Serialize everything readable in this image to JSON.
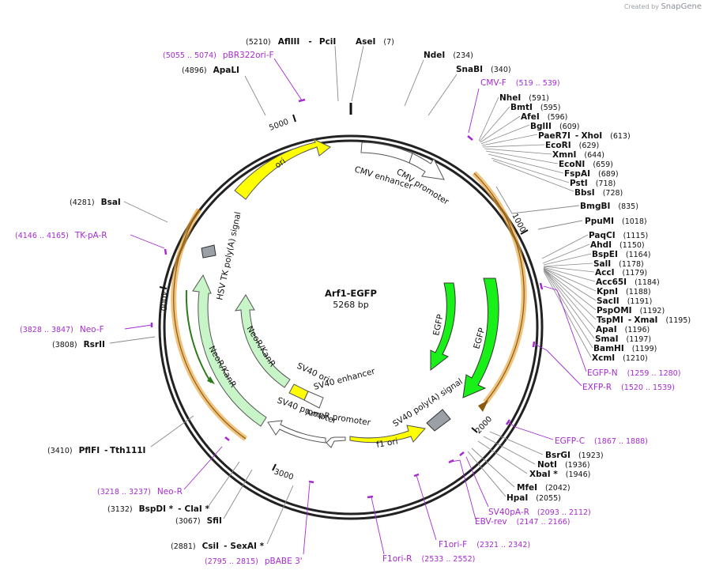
{
  "credit": {
    "prefix": "Created by",
    "brand": "SnapGene"
  },
  "plasmid": {
    "name": "Arf1-EGFP",
    "length_label": "5268 bp",
    "length": 5268
  },
  "ticks": [
    "1000",
    "2000",
    "3000",
    "4000",
    "5000"
  ],
  "sites": [
    {
      "id": "psii",
      "name": "PciI",
      "pos": "",
      "prefix": "(5210)",
      "name2": "AflIII"
    },
    {
      "id": "asei",
      "name": "AseI",
      "pos": "(7)"
    },
    {
      "id": "ndei",
      "name": "NdeI",
      "pos": "(234)"
    },
    {
      "id": "snabi",
      "name": "SnaBI",
      "pos": "(340)"
    },
    {
      "id": "nhei",
      "name": "NheI",
      "pos": "(591)"
    },
    {
      "id": "bmti",
      "name": "BmtI",
      "pos": "(595)"
    },
    {
      "id": "afei",
      "name": "AfeI",
      "pos": "(596)"
    },
    {
      "id": "bglii",
      "name": "BglII",
      "pos": "(609)"
    },
    {
      "id": "paer7i",
      "name": "PaeR7I",
      "name2": "XhoI",
      "pos": "(613)"
    },
    {
      "id": "ecori",
      "name": "EcoRI",
      "pos": "(629)"
    },
    {
      "id": "xmni",
      "name": "XmnI",
      "pos": "(644)"
    },
    {
      "id": "econi",
      "name": "EcoNI",
      "pos": "(659)"
    },
    {
      "id": "fspai",
      "name": "FspAI",
      "pos": "(689)"
    },
    {
      "id": "psti",
      "name": "PstI",
      "pos": "(718)"
    },
    {
      "id": "bbsi",
      "name": "BbsI",
      "pos": "(728)"
    },
    {
      "id": "bmgbi",
      "name": "BmgBI",
      "pos": "(835)"
    },
    {
      "id": "ppumi",
      "name": "PpuMI",
      "pos": "(1018)"
    },
    {
      "id": "paqci",
      "name": "PaqCI",
      "pos": "(1115)"
    },
    {
      "id": "ahdi",
      "name": "AhdI",
      "pos": "(1150)"
    },
    {
      "id": "bspei",
      "name": "BspEI",
      "pos": "(1164)"
    },
    {
      "id": "sali",
      "name": "SalI",
      "pos": "(1178)"
    },
    {
      "id": "acci",
      "name": "AccI",
      "pos": "(1179)"
    },
    {
      "id": "acc65i",
      "name": "Acc65I",
      "pos": "(1184)"
    },
    {
      "id": "kpni",
      "name": "KpnI",
      "pos": "(1188)"
    },
    {
      "id": "sacii",
      "name": "SacII",
      "pos": "(1191)"
    },
    {
      "id": "pspomi",
      "name": "PspOMI",
      "pos": "(1192)"
    },
    {
      "id": "tspmi",
      "name": "TspMI",
      "name2": "XmaI",
      "pos": "(1195)"
    },
    {
      "id": "apai",
      "name": "ApaI",
      "pos": "(1196)"
    },
    {
      "id": "smai",
      "name": "SmaI",
      "pos": "(1197)"
    },
    {
      "id": "bamhi",
      "name": "BamHI",
      "pos": "(1199)"
    },
    {
      "id": "xcmi",
      "name": "XcmI",
      "pos": "(1210)"
    },
    {
      "id": "bsrgi",
      "name": "BsrGI",
      "pos": "(1923)"
    },
    {
      "id": "noti",
      "name": "NotI",
      "pos": "(1936)"
    },
    {
      "id": "xbai",
      "name": "XbaI *",
      "pos": "(1946)"
    },
    {
      "id": "mfei",
      "name": "MfeI",
      "pos": "(2042)"
    },
    {
      "id": "hpai",
      "name": "HpaI",
      "pos": "(2055)"
    },
    {
      "id": "csii",
      "name": "CsiI",
      "name2": "SexAI *",
      "pos": "(2881)"
    },
    {
      "id": "sfii",
      "name": "SfiI",
      "pos": "(3067)"
    },
    {
      "id": "bspdi",
      "name": "BspDI *",
      "name2": "ClaI *",
      "pos": "(3132)"
    },
    {
      "id": "pflfi",
      "name": "PflFI",
      "name2": "Tth111I",
      "pos": "(3410)"
    },
    {
      "id": "rsrii",
      "name": "RsrII",
      "pos": "(3808)"
    },
    {
      "id": "bsai",
      "name": "BsaI",
      "pos": "(4281)"
    },
    {
      "id": "apali",
      "name": "ApaLI",
      "pos": "(4896)"
    }
  ],
  "primers": [
    {
      "id": "pbr322",
      "name": "pBR322ori-F",
      "range": "(5055 .. 5074)"
    },
    {
      "id": "cmvf",
      "name": "CMV-F",
      "range": "(519 .. 539)"
    },
    {
      "id": "egfpn",
      "name": "EGFP-N",
      "range": "(1259 .. 1280)"
    },
    {
      "id": "exfpr",
      "name": "EXFP-R",
      "range": "(1520 .. 1539)"
    },
    {
      "id": "egfpc",
      "name": "EGFP-C",
      "range": "(1867 .. 1888)"
    },
    {
      "id": "sv40pa",
      "name": "SV40pA-R",
      "range": "(2093 .. 2112)"
    },
    {
      "id": "ebvrev",
      "name": "EBV-rev",
      "range": "(2147 .. 2166)"
    },
    {
      "id": "f1orif",
      "name": "F1ori-F",
      "range": "(2321 .. 2342)"
    },
    {
      "id": "f1orir",
      "name": "F1ori-R",
      "range": "(2533 .. 2552)"
    },
    {
      "id": "pbabe",
      "name": "pBABE 3'",
      "range": "(2795 .. 2815)"
    },
    {
      "id": "neor",
      "name": "Neo-R",
      "range": "(3218 .. 3237)"
    },
    {
      "id": "neof",
      "name": "Neo-F",
      "range": "(3828 .. 3847)"
    },
    {
      "id": "tkpar",
      "name": "TK-pA-R",
      "range": "(4146 .. 4165)"
    }
  ],
  "features": [
    {
      "id": "ori",
      "label": "ori"
    },
    {
      "id": "cmv-enhancer",
      "label": "CMV enhancer"
    },
    {
      "id": "cmv-promoter",
      "label": "CMV promoter"
    },
    {
      "id": "egfp-outer",
      "label": "EGFP"
    },
    {
      "id": "egfp-inner",
      "label": "EGFP"
    },
    {
      "id": "sv40-polya",
      "label": "SV40 poly(A) signal"
    },
    {
      "id": "f1-ori",
      "label": "f1 ori"
    },
    {
      "id": "ampr-promoter",
      "label": "AmpR promoter"
    },
    {
      "id": "sv40-promoter",
      "label": "SV40 promoter"
    },
    {
      "id": "sv40-ori",
      "label": "SV40 ori"
    },
    {
      "id": "sv40-enhancer",
      "label": "SV40 enhancer"
    },
    {
      "id": "neor-kanr-outer",
      "label": "NeoR/KanR"
    },
    {
      "id": "neor-kanr-inner",
      "label": "NeoR/KanR"
    },
    {
      "id": "hsv-tk",
      "label": "HSV TK poly(A) signal"
    }
  ],
  "colors": {
    "backbone": "#222222",
    "primer": "#a52bd0",
    "orf": "#e8a33b",
    "egfp": "#19f019",
    "ori": "#ffff00",
    "neo": "#c8f5c8",
    "grey": "#9aa0a6"
  }
}
